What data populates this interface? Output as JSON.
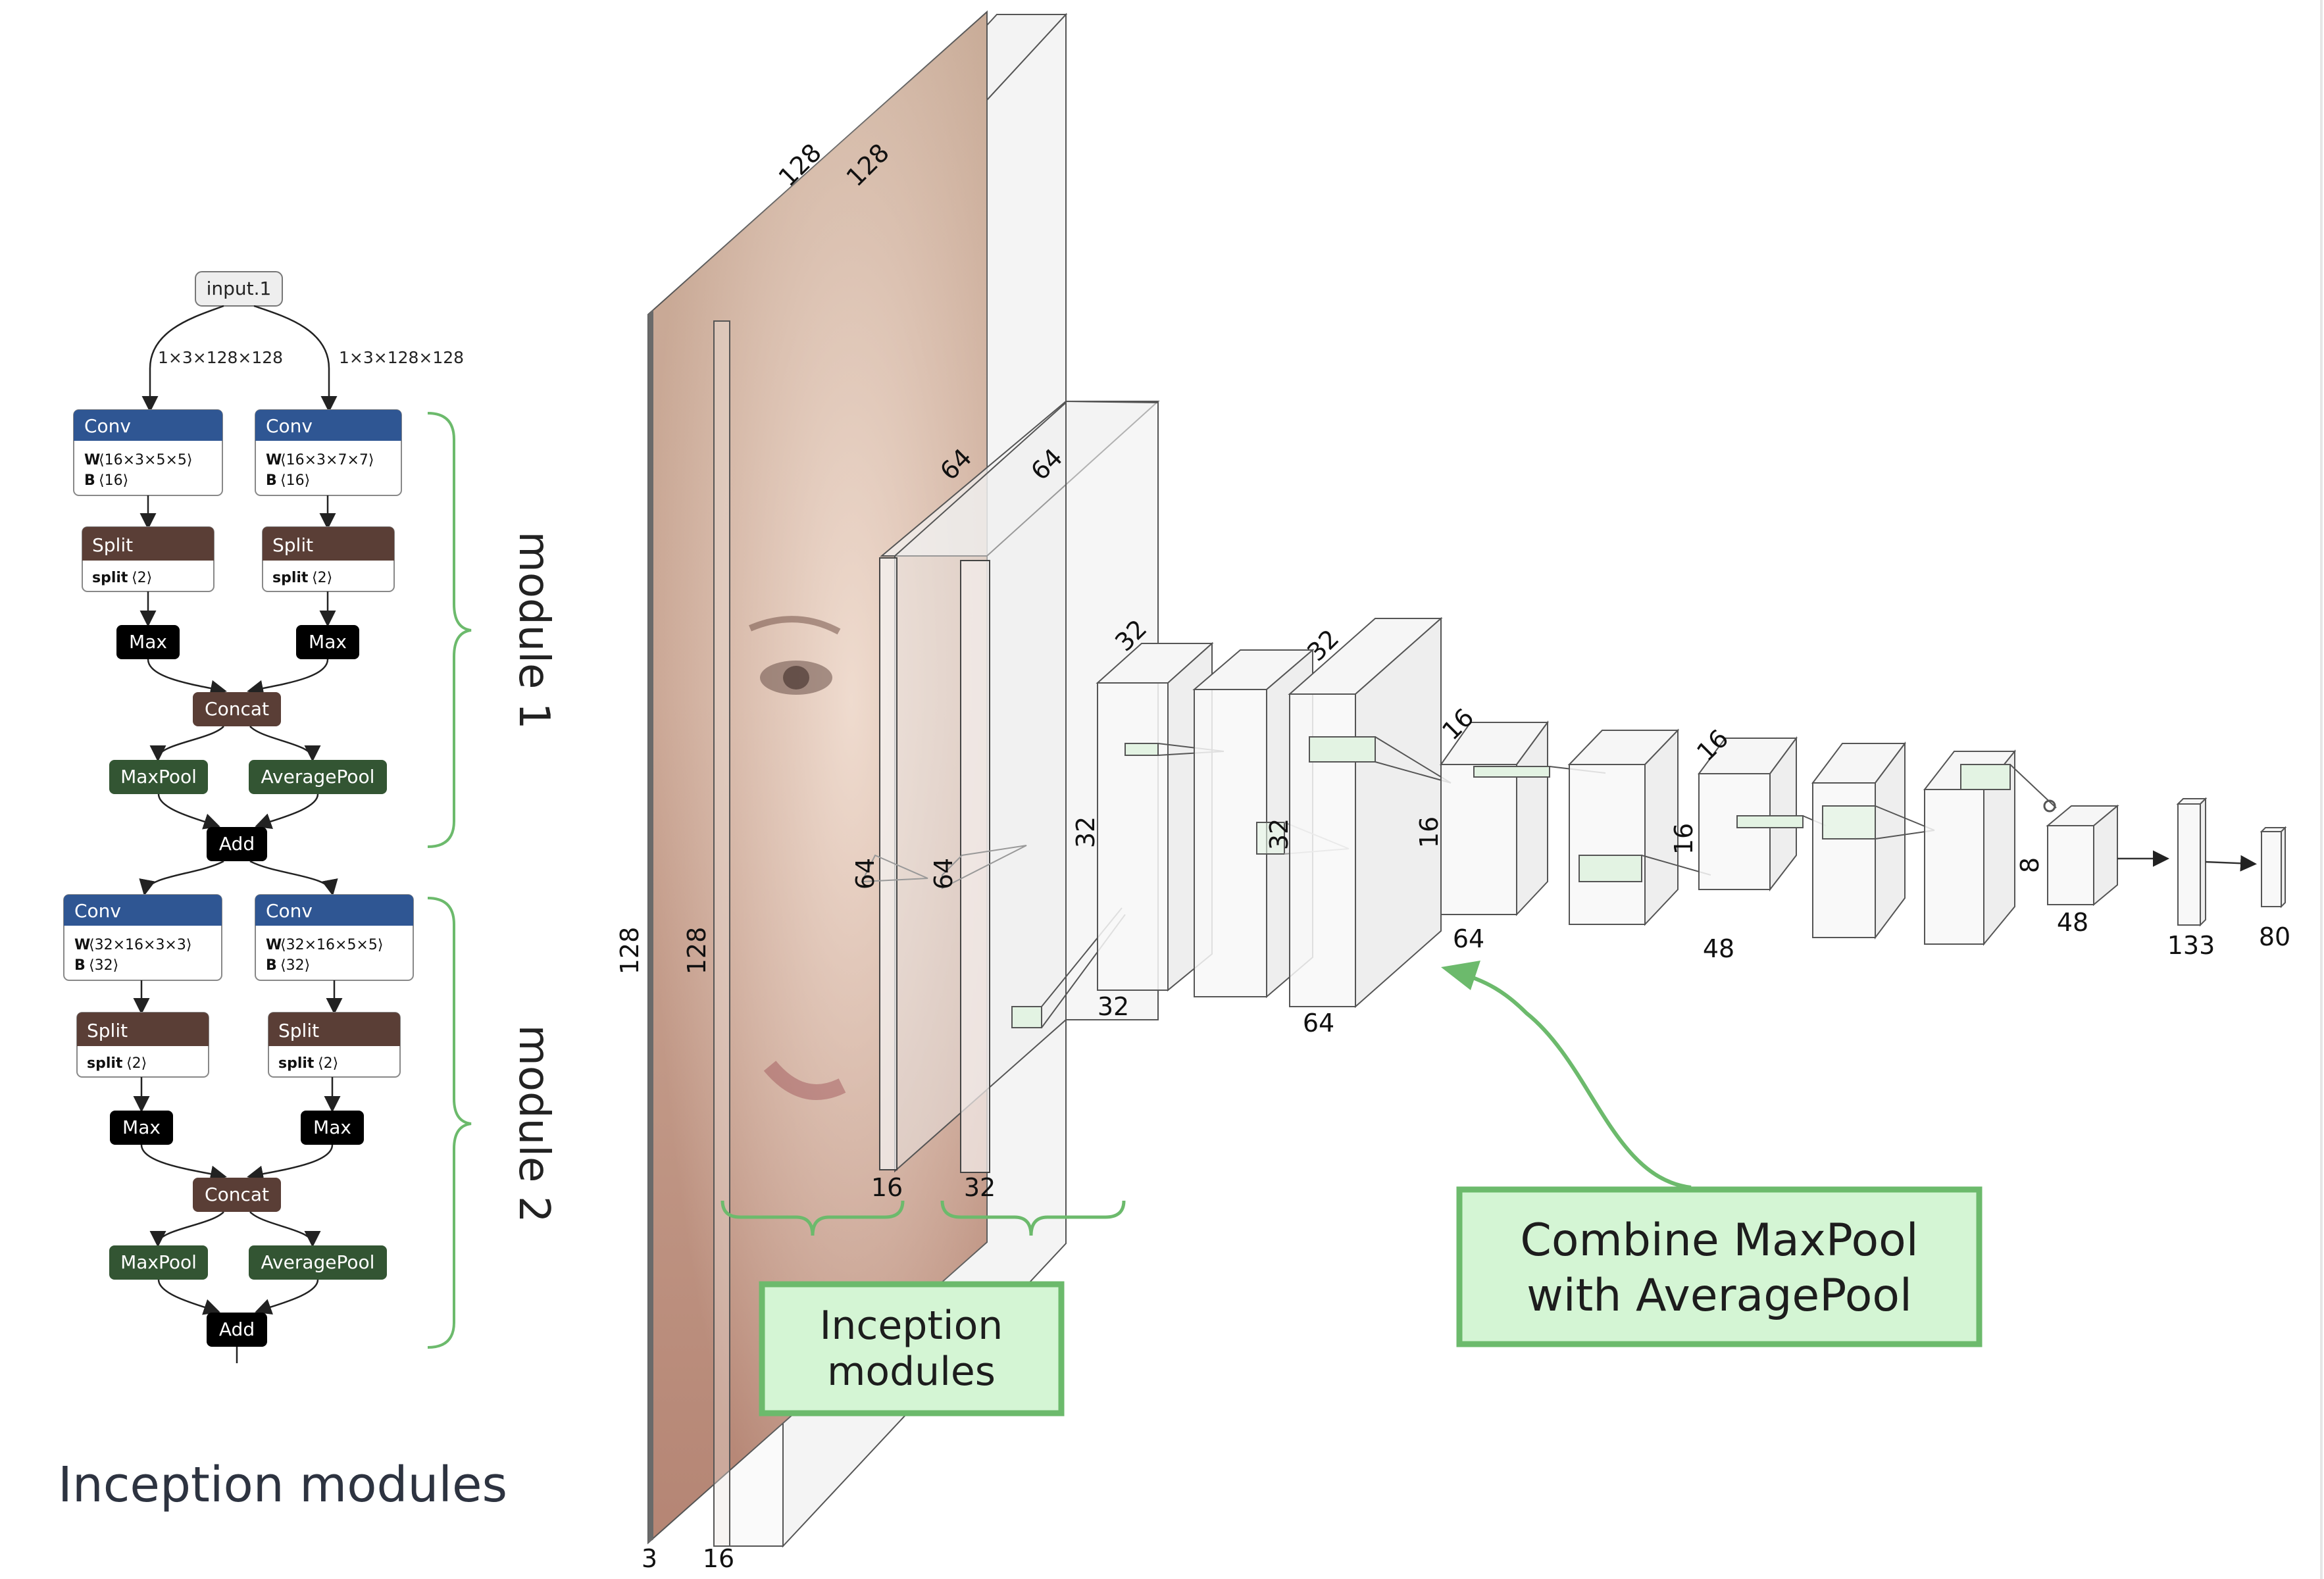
{
  "page_title": "Inception modules",
  "graph": {
    "input_label": "input.1",
    "edge_labels": [
      "1×3×128×128",
      "1×3×128×128"
    ],
    "modules": [
      {
        "label": "module 1",
        "branches": [
          {
            "conv_title": "Conv",
            "conv_w": "⟨16×3×5×5⟩",
            "conv_b": "⟨16⟩",
            "split_title": "Split",
            "split_param": "⟨2⟩",
            "max": "Max"
          },
          {
            "conv_title": "Conv",
            "conv_w": "⟨16×3×7×7⟩",
            "conv_b": "⟨16⟩",
            "split_title": "Split",
            "split_param": "⟨2⟩",
            "max": "Max"
          }
        ],
        "concat": "Concat",
        "maxpool": "MaxPool",
        "avgpool": "AveragePool",
        "add": "Add"
      },
      {
        "label": "module 2",
        "branches": [
          {
            "conv_title": "Conv",
            "conv_w": "⟨32×16×3×3⟩",
            "conv_b": "⟨32⟩",
            "split_title": "Split",
            "split_param": "⟨2⟩",
            "max": "Max"
          },
          {
            "conv_title": "Conv",
            "conv_w": "⟨32×16×5×5⟩",
            "conv_b": "⟨32⟩",
            "split_title": "Split",
            "split_param": "⟨2⟩",
            "max": "Max"
          }
        ],
        "concat": "Concat",
        "maxpool": "MaxPool",
        "avgpool": "AveragePool",
        "add": "Add"
      }
    ],
    "key_w": "W",
    "key_b": "B",
    "key_split": "split"
  },
  "network": {
    "layers": [
      {
        "id": "input",
        "depth": "3",
        "height": "128",
        "width": "128"
      },
      {
        "id": "conv1",
        "depth": "16",
        "height": "128",
        "width": "128"
      },
      {
        "id": "inc1",
        "depth": "16",
        "height": "64",
        "width": "64"
      },
      {
        "id": "inc2",
        "depth": "32",
        "height": "64",
        "width": "64"
      },
      {
        "id": "c32a",
        "depth": "32",
        "height": "32",
        "width": "32"
      },
      {
        "id": "c32b",
        "height": "32"
      },
      {
        "id": "c32c",
        "depth": "64",
        "height": "32",
        "width": "32"
      },
      {
        "id": "c16a",
        "depth": "64",
        "height": "16",
        "width": "16"
      },
      {
        "id": "c16b",
        "depth": "48",
        "height": "16",
        "width": "16"
      },
      {
        "id": "c8",
        "depth": "48",
        "height": "8"
      },
      {
        "id": "fc1",
        "depth": "133"
      },
      {
        "id": "fc2",
        "depth": "80"
      }
    ],
    "callouts": [
      {
        "text_lines": [
          "Inception",
          "modules"
        ]
      },
      {
        "text_lines": [
          "Combine MaxPool",
          "with AveragePool"
        ]
      }
    ]
  },
  "colors": {
    "conv_header": "#2f5693",
    "split_header": "#5a3e36",
    "max_fill": "#000000",
    "concat_fill": "#5a3e36",
    "pool_fill": "#335533",
    "add_fill": "#000000",
    "green_accent": "#6cba6c",
    "callout_fill": "#d4f5d4",
    "box_edge": "#444444"
  }
}
